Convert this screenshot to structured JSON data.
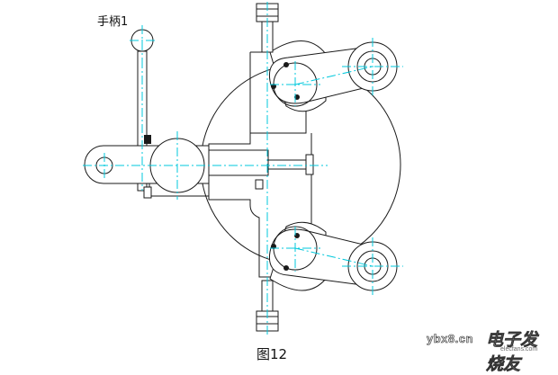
{
  "labels": {
    "handle": "手柄1",
    "caption": "图12"
  },
  "watermark": {
    "site": "ybx8.cn",
    "brand": "电子发烧友",
    "domain": "elecfans.com"
  },
  "colors": {
    "outline": "#1a1a1a",
    "centerline": "#00c8dc",
    "accent_dark": "#1a1a1a"
  }
}
